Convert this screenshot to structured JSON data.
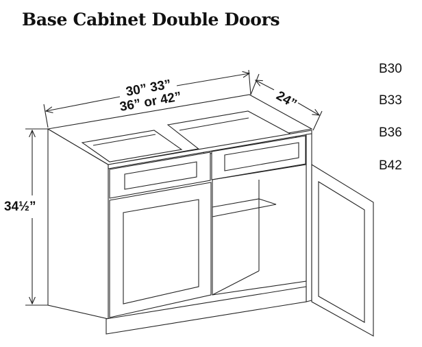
{
  "title": "Base Cabinet Double Doors",
  "dimensions": {
    "width_line1": "30” 33”",
    "width_line2": "36” or 42”",
    "depth": "24”",
    "height": "34½”"
  },
  "model_codes": [
    "B30",
    "B33",
    "B36",
    "B42"
  ]
}
